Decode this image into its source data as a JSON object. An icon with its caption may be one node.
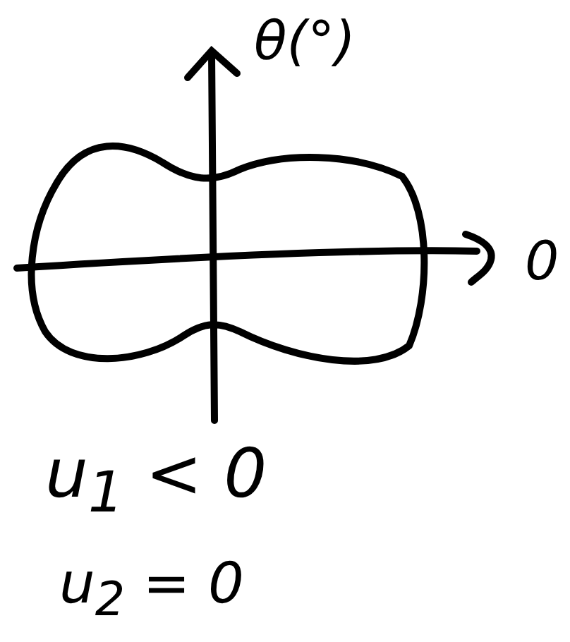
{
  "diagram": {
    "labels": [
      "θ(°)",
      "0",
      "u$_{1}$ < 0",
      "u$_{2}$ = 0"
    ]
  }
}
